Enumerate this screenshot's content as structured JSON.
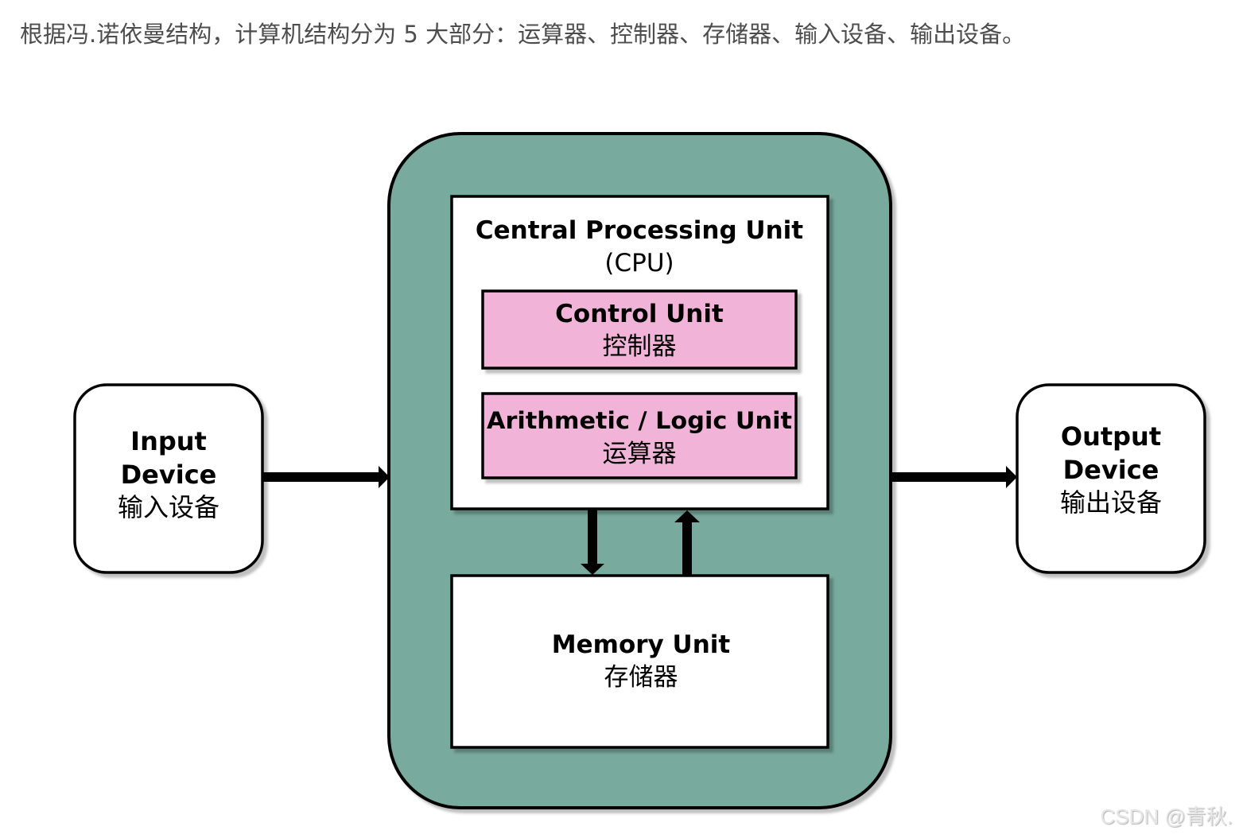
{
  "intro_text": "根据冯.诺依曼结构，计算机结构分为 5 大部分：运算器、控制器、存储器、输入设备、输出设备。",
  "diagram": {
    "colors": {
      "computer_fill": "#78aa9d",
      "unit_fill": "#ffffff",
      "sub_unit_fill": "#f1b4d8",
      "stroke": "#000000",
      "shadow": "#5a7f76"
    },
    "input_device": {
      "title_line1": "Input",
      "title_line2": "Device",
      "subtitle": "输入设备"
    },
    "output_device": {
      "title_line1": "Output",
      "title_line2": "Device",
      "subtitle": "输出设备"
    },
    "cpu": {
      "title": "Central Processing Unit",
      "subtitle": "(CPU)"
    },
    "control_unit": {
      "title": "Control Unit",
      "subtitle": "控制器"
    },
    "alu": {
      "title": "Arithmetic / Logic Unit",
      "subtitle": "运算器"
    },
    "memory_unit": {
      "title": "Memory Unit",
      "subtitle": "存储器"
    },
    "connections": [
      {
        "from": "input_device",
        "to": "computer",
        "direction": "right"
      },
      {
        "from": "computer",
        "to": "output_device",
        "direction": "right"
      },
      {
        "from": "cpu",
        "to": "memory_unit",
        "direction": "down"
      },
      {
        "from": "memory_unit",
        "to": "cpu",
        "direction": "up"
      }
    ]
  },
  "watermark": "CSDN @青秋."
}
